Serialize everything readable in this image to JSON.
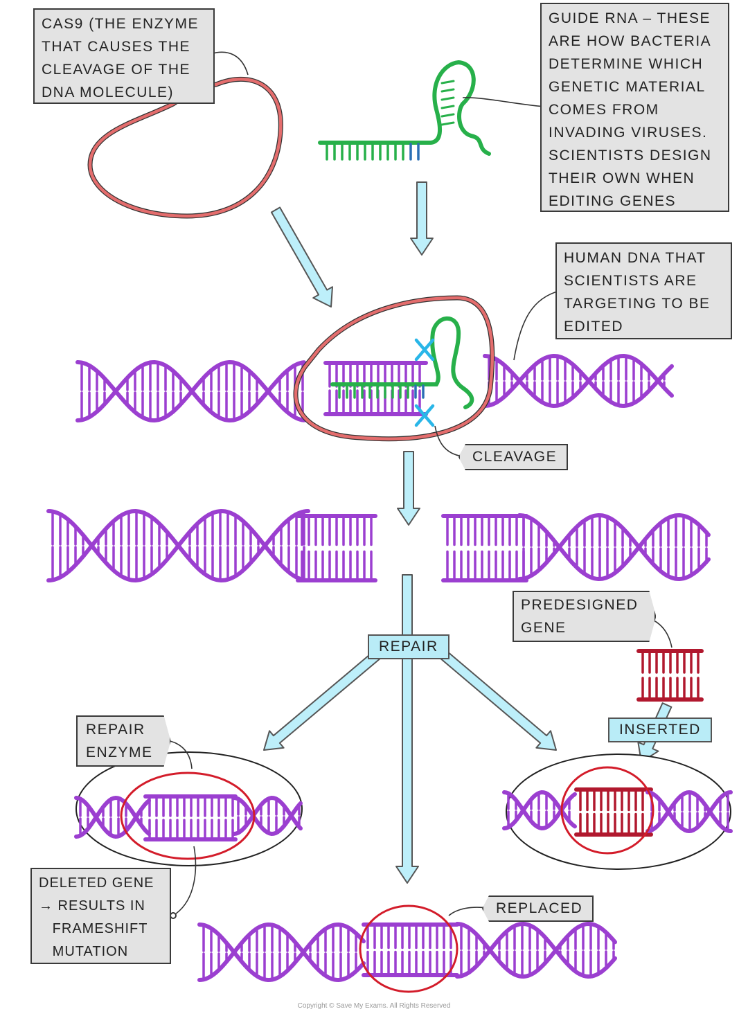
{
  "labels": {
    "cas9": "Cas9 (THE ENZYME\nTHAT CAUSES THE\nCLEAVAGE OF THE\nDNA MOLECULE)",
    "guide_rna": "GUIDE RNA – THESE\nARE HOW BACTERIA\nDETERMINE WHICH\nGENETIC MATERIAL\nCOMES FROM\nINVADING VIRUSES.\nSCIENTISTS DESIGN\nTHEIR OWN WHEN\nEDITING GENES",
    "human_dna": "HUMAN DNA THAT\nSCIENTISTS ARE\nTARGETING TO BE\nEDITED",
    "cleavage": "CLEAVAGE",
    "repair": "REPAIR",
    "predesigned_gene": "PREDESIGNED\nGENE",
    "inserted": "INSERTED",
    "repair_enzyme": "REPAIR\nENZYME",
    "deleted_gene": "DELETED GENE\n→ RESULTS IN\n   FRAMESHIFT\n   MUTATION",
    "replaced": "REPLACED"
  },
  "copyright": "Copyright © Save My Exams. All Rights Reserved",
  "colors": {
    "dna": "#9b3fd0",
    "cas9": "#e46d6d",
    "rna": "#27b04a",
    "rna_tip": "#2a6fb5",
    "inserted_gene": "#b1182e",
    "arrow_fill": "#bdeffa",
    "highlight": "#d31c2a",
    "cut": "#29b6e8"
  }
}
